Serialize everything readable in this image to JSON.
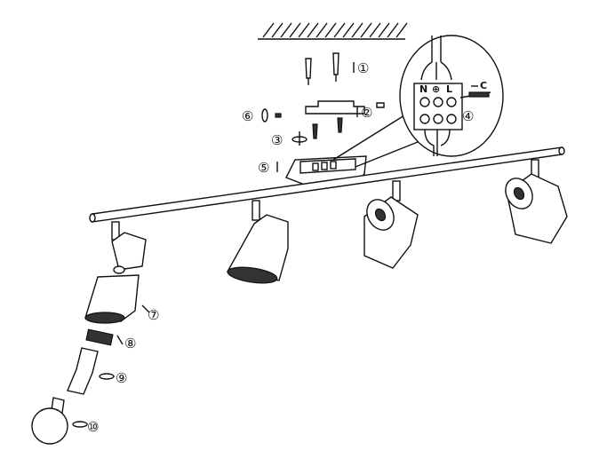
{
  "title": "Spotlight bar assembly diagram",
  "step_labels": [
    "①",
    "②",
    "③",
    "④",
    "⑤",
    "⑥",
    "⑦",
    "⑧",
    "⑨",
    "⑩"
  ],
  "terminal": {
    "neutral": "N",
    "earth": "⊕",
    "live": "L",
    "cable_clamp": "C"
  }
}
